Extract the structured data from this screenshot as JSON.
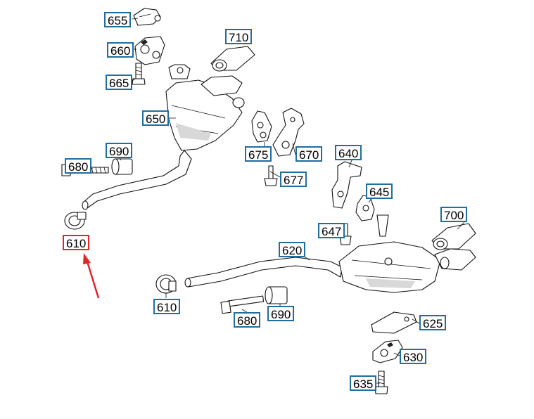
{
  "labels": {
    "p655": "655",
    "p660": "660",
    "p665": "665",
    "p710": "710",
    "p650": "650",
    "p675": "675",
    "p670": "670",
    "p677": "677",
    "p640": "640",
    "p645": "645",
    "p680a": "680",
    "p690a": "690",
    "p610a": "610",
    "p700": "700",
    "p647": "647",
    "p620": "620",
    "p610b": "610",
    "p680b": "680",
    "p690b": "690",
    "p625": "625",
    "p630": "630",
    "p635": "635"
  },
  "highlight": {
    "part": "610",
    "color": "#e0262b"
  },
  "colors": {
    "label_border": "#1f6e9e",
    "highlight": "#e0262b",
    "line": "#111111"
  }
}
